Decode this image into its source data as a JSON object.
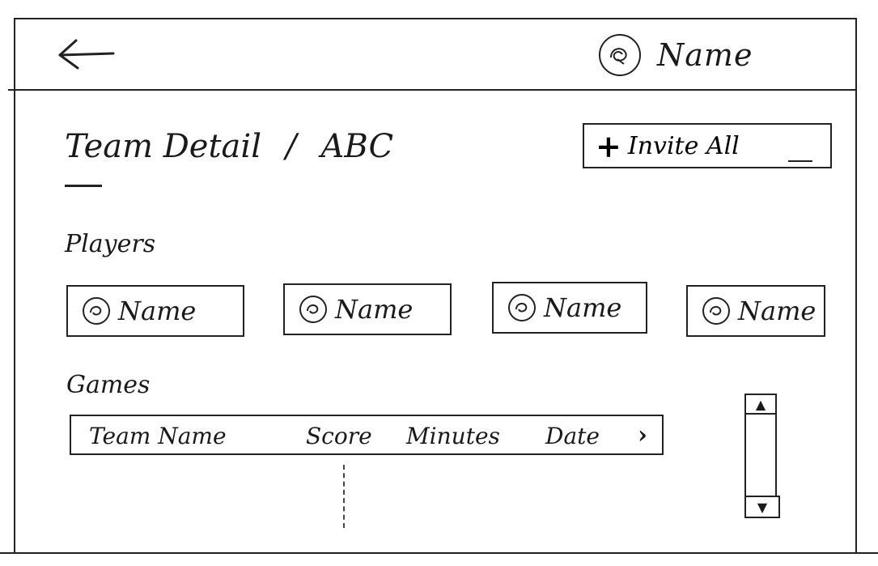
{
  "header": {
    "user_name": "Name",
    "icons": {
      "back": "arrow-left-icon",
      "avatar": "avatar-icon"
    }
  },
  "breadcrumb": {
    "section": "Team Detail",
    "separator": "/",
    "current": "ABC"
  },
  "invite_button": {
    "plus": "+",
    "label": "Invite All"
  },
  "players": {
    "title": "Players",
    "items": [
      {
        "name": "Name"
      },
      {
        "name": "Name"
      },
      {
        "name": "Name"
      },
      {
        "name": "Name"
      }
    ]
  },
  "games": {
    "title": "Games",
    "columns": [
      "Team Name",
      "Score",
      "Minutes",
      "Date"
    ],
    "chevron": "›"
  },
  "scrollbar": {
    "up": "▲",
    "down": "▼"
  }
}
